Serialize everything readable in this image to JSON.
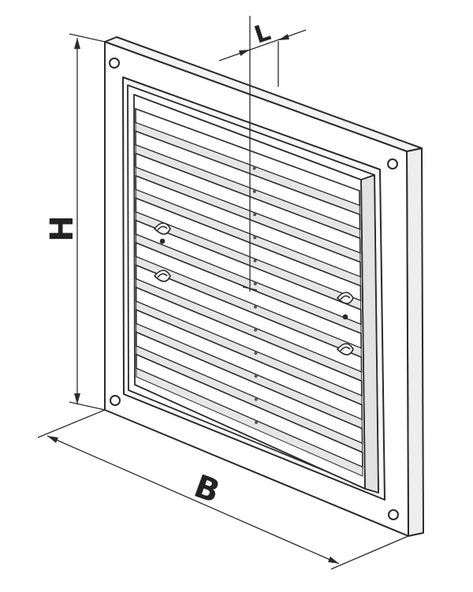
{
  "diagram": {
    "labels": {
      "length": "L",
      "height": "H",
      "width": "B"
    },
    "louver_count": 12,
    "colors": {
      "stroke": "#2a2a2a",
      "face": "#ffffff",
      "shade": "#e6e6e6",
      "dark": "#555555"
    }
  }
}
